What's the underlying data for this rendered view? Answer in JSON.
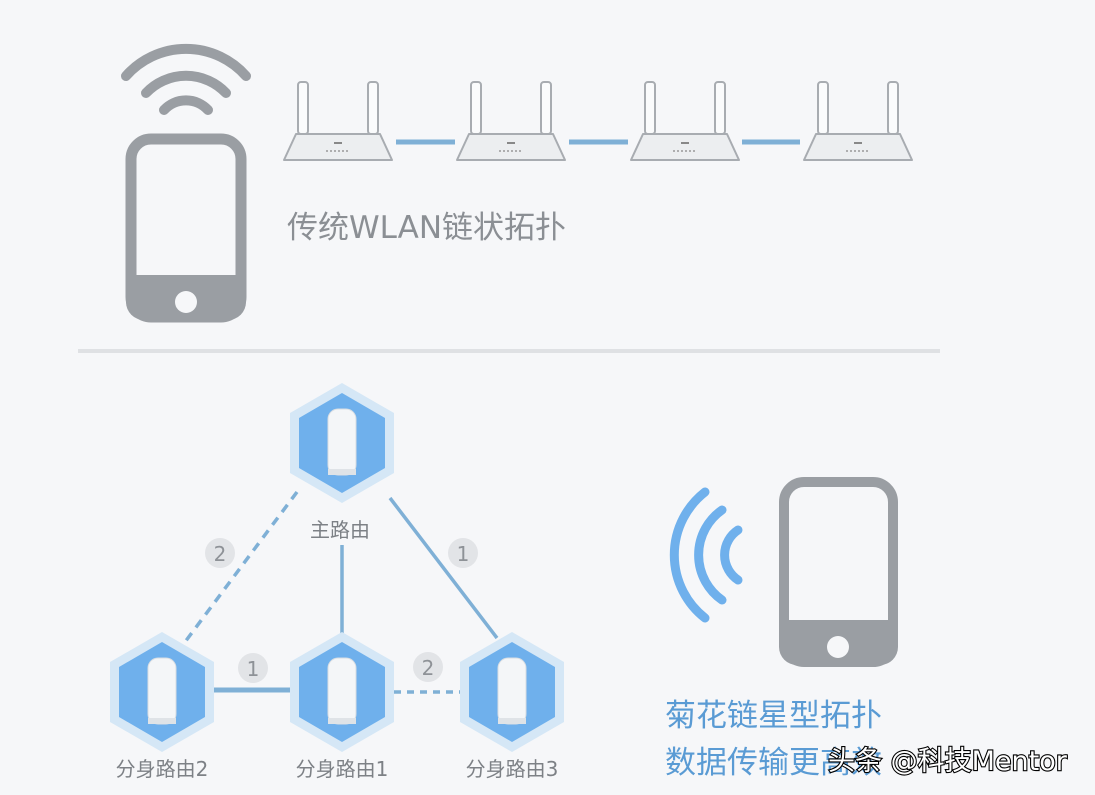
{
  "top": {
    "caption": "传统WLAN链状拓扑",
    "router_count": 4
  },
  "bottom": {
    "main_router": "主路由",
    "sub_routers": [
      "分身路由2",
      "分身路由1",
      "分身路由3"
    ],
    "link_badges": [
      "2",
      "1",
      "1",
      "2"
    ],
    "caption_line1": "菊花链星型拓扑",
    "caption_line2": "数据传输更高效"
  },
  "watermark": "头条 @科技Mentor",
  "colors": {
    "accent_blue": "#5a9bd4",
    "hex_fill": "#6fb0ec",
    "link": "#7fb0d6",
    "device_gray": "#9a9ea3"
  }
}
